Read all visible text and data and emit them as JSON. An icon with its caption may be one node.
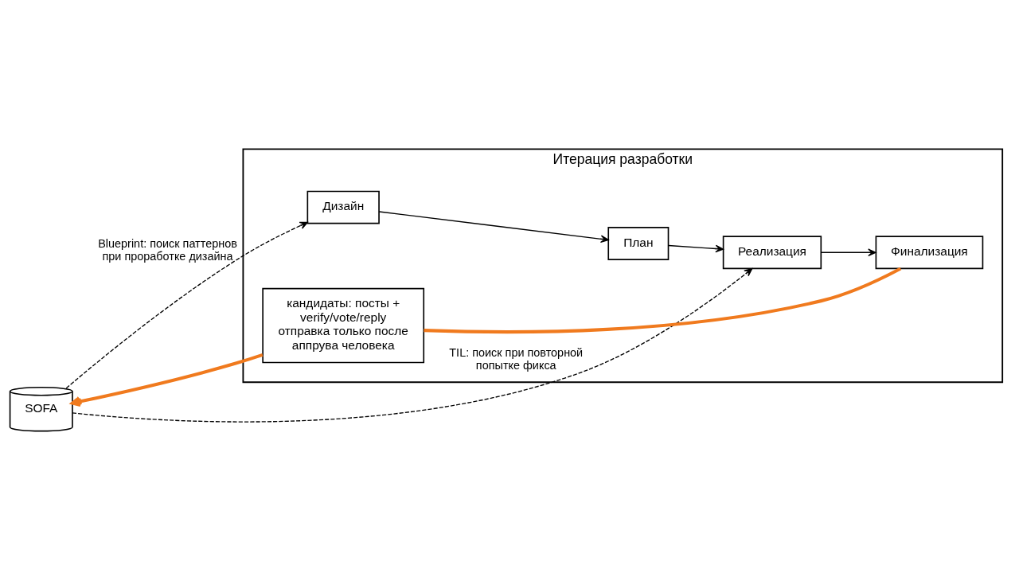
{
  "diagram": {
    "nodes": [
      {
        "text": [
          "SOFA"
        ]
      },
      {
        "text": [
          "Итерация разработки"
        ]
      },
      {
        "text": [
          "Дизайн"
        ],
        "in": 1
      },
      {
        "text": [
          "План"
        ],
        "in": 1
      },
      {
        "text": [
          "Реализация"
        ],
        "in": 1
      },
      {
        "text": [
          "Финализация"
        ],
        "in": 1
      },
      {
        "text": [
          "кандидаты: посты + verify/vote/reply отправка только после аппрува человека"
        ],
        "in": 1
      }
    ],
    "edges": [
      {
        "from": 0,
        "to": 2,
        "arrow": "to",
        "style": "dashed",
        "label": "Blueprint: поиск паттернов при проработке дизайна"
      },
      {
        "from": 2,
        "to": 3,
        "arrow": "to"
      },
      {
        "from": 3,
        "to": 4,
        "arrow": "to"
      },
      {
        "from": 4,
        "to": 5,
        "arrow": "to"
      },
      {
        "from": 0,
        "to": 4,
        "arrow": "to",
        "style": "dashed",
        "label": "TIL: поиск при повторной попытке фикса"
      },
      {
        "from": 5,
        "to": 6,
        "arrow": "none",
        "style": "thick",
        "color": "#f07a1e"
      },
      {
        "from": 6,
        "to": 0,
        "arrow": "to",
        "style": "thick",
        "color": "#f07a1e"
      }
    ]
  }
}
